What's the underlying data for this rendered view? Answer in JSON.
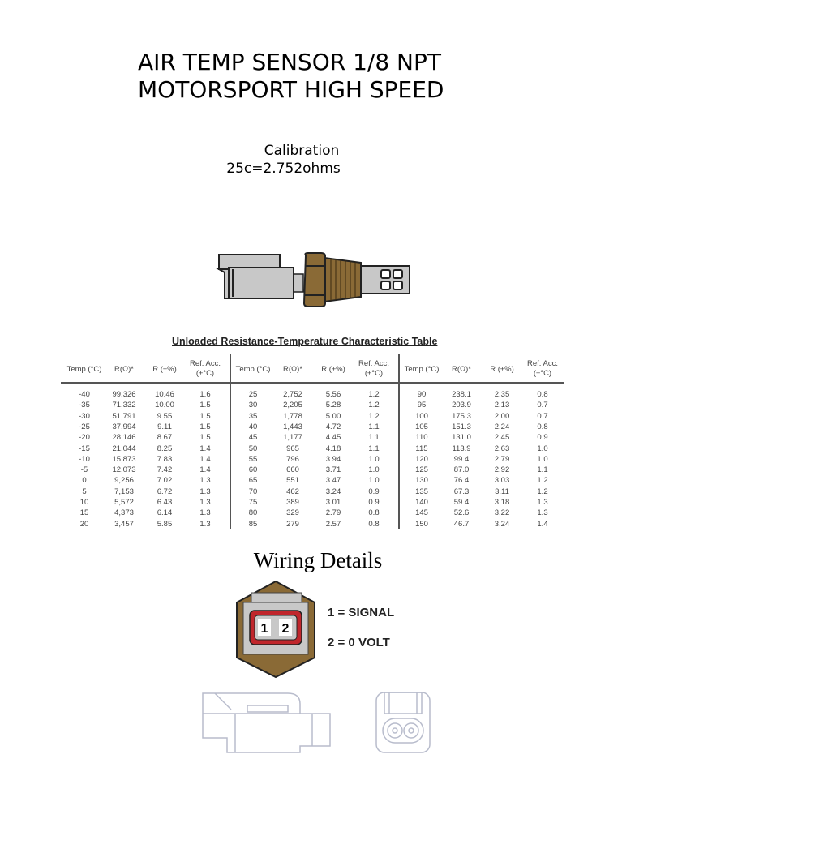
{
  "header": {
    "title_line1": "AIR TEMP SENSOR 1/8 NPT",
    "title_line2": "MOTORSPORT HIGH SPEED"
  },
  "calibration": {
    "label": "Calibration",
    "value": "25c=2.752ohms"
  },
  "table": {
    "title": "Unloaded Resistance-Temperature Characteristic Table",
    "headers": [
      "Temp (°C)",
      "R(Ω)*",
      "R (±%)",
      "Ref. Acc.\n(±°C)"
    ],
    "groups": [
      [
        [
          "-40",
          "99,326",
          "10.46",
          "1.6"
        ],
        [
          "-35",
          "71,332",
          "10.00",
          "1.5"
        ],
        [
          "-30",
          "51,791",
          "9.55",
          "1.5"
        ],
        [
          "-25",
          "37,994",
          "9.11",
          "1.5"
        ],
        [
          "-20",
          "28,146",
          "8.67",
          "1.5"
        ],
        [
          "-15",
          "21,044",
          "8.25",
          "1.4"
        ],
        [
          "-10",
          "15,873",
          "7.83",
          "1.4"
        ],
        [
          "-5",
          "12,073",
          "7.42",
          "1.4"
        ],
        [
          "0",
          "9,256",
          "7.02",
          "1.3"
        ],
        [
          "5",
          "7,153",
          "6.72",
          "1.3"
        ],
        [
          "10",
          "5,572",
          "6.43",
          "1.3"
        ],
        [
          "15",
          "4,373",
          "6.14",
          "1.3"
        ],
        [
          "20",
          "3,457",
          "5.85",
          "1.3"
        ]
      ],
      [
        [
          "25",
          "2,752",
          "5.56",
          "1.2"
        ],
        [
          "30",
          "2,205",
          "5.28",
          "1.2"
        ],
        [
          "35",
          "1,778",
          "5.00",
          "1.2"
        ],
        [
          "40",
          "1,443",
          "4.72",
          "1.1"
        ],
        [
          "45",
          "1,177",
          "4.45",
          "1.1"
        ],
        [
          "50",
          "965",
          "4.18",
          "1.1"
        ],
        [
          "55",
          "796",
          "3.94",
          "1.0"
        ],
        [
          "60",
          "660",
          "3.71",
          "1.0"
        ],
        [
          "65",
          "551",
          "3.47",
          "1.0"
        ],
        [
          "70",
          "462",
          "3.24",
          "0.9"
        ],
        [
          "75",
          "389",
          "3.01",
          "0.9"
        ],
        [
          "80",
          "329",
          "2.79",
          "0.8"
        ],
        [
          "85",
          "279",
          "2.57",
          "0.8"
        ]
      ],
      [
        [
          "90",
          "238.1",
          "2.35",
          "0.8"
        ],
        [
          "95",
          "203.9",
          "2.13",
          "0.7"
        ],
        [
          "100",
          "175.3",
          "2.00",
          "0.7"
        ],
        [
          "105",
          "151.3",
          "2.24",
          "0.8"
        ],
        [
          "110",
          "131.0",
          "2.45",
          "0.9"
        ],
        [
          "115",
          "113.9",
          "2.63",
          "1.0"
        ],
        [
          "120",
          "99.4",
          "2.79",
          "1.0"
        ],
        [
          "125",
          "87.0",
          "2.92",
          "1.1"
        ],
        [
          "130",
          "76.4",
          "3.03",
          "1.2"
        ],
        [
          "135",
          "67.3",
          "3.11",
          "1.2"
        ],
        [
          "140",
          "59.4",
          "3.18",
          "1.3"
        ],
        [
          "145",
          "52.6",
          "3.22",
          "1.3"
        ],
        [
          "150",
          "46.7",
          "3.24",
          "1.4"
        ]
      ]
    ]
  },
  "wiring": {
    "title": "Wiring Details",
    "pin1_num": "1",
    "pin2_num": "2",
    "pin1": "1 = SIGNAL",
    "pin2": "2 = 0 VOLT"
  },
  "colors": {
    "brass": "#8a6a36",
    "connector_red": "#c0262c",
    "grey": "#c8c8c8"
  }
}
